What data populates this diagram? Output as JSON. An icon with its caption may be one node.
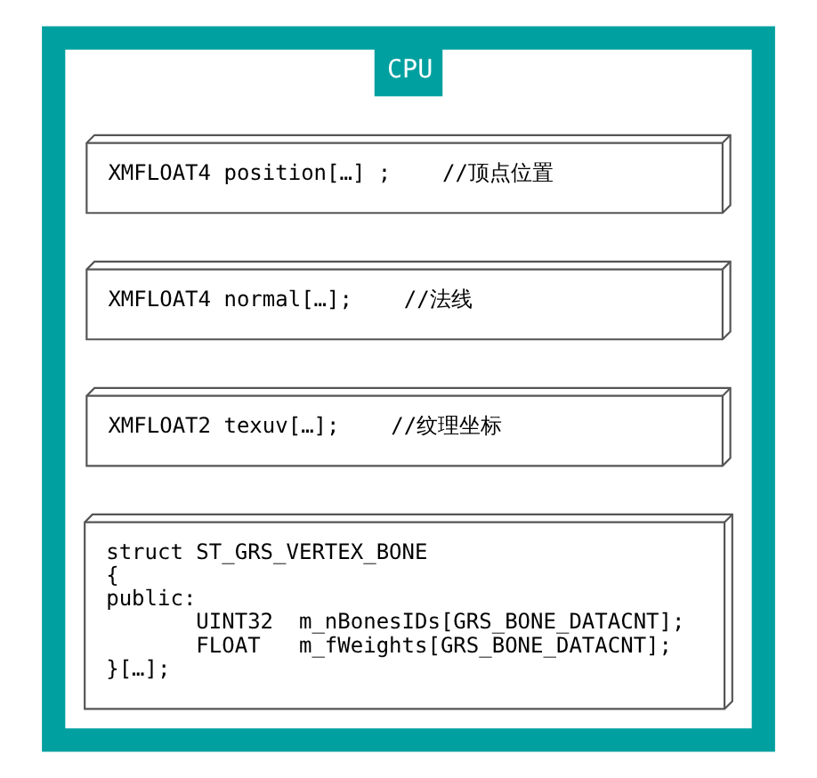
{
  "diagram": {
    "nodes": [
      {
        "text": [
          "CPU"
        ]
      },
      {
        "text": [
          "XMFLOAT4 position[…] ;    //顶点位置"
        ],
        "in": 0
      },
      {
        "text": [
          "XMFLOAT4 normal[…];    //法线"
        ],
        "in": 0
      },
      {
        "text": [
          "XMFLOAT2 texuv[…];    //纹理坐标"
        ],
        "in": 0
      },
      {
        "text": [
          "struct ST_GRS_VERTEX_BONE",
          "{",
          "public:",
          "UINT32  m_nBonesIDs[GRS_BONE_DATACNT];",
          "FLOAT   m_fWeights[GRS_BONE_DATACNT];",
          "}[…];"
        ],
        "in": 0
      }
    ],
    "edges": []
  }
}
